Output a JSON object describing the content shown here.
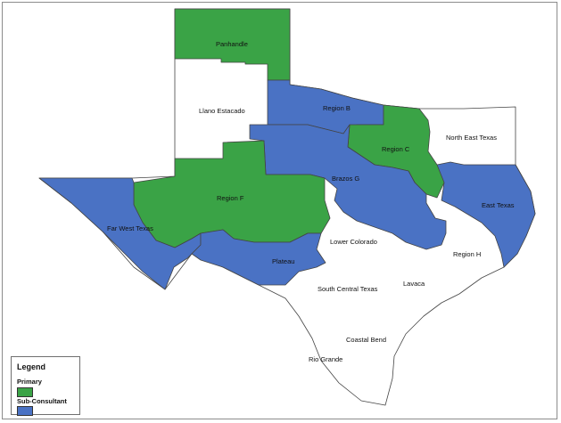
{
  "colors": {
    "primary": "#3aa346",
    "sub_consultant": "#4a72c4",
    "none": "#ffffff",
    "border": "#444444"
  },
  "regions": {
    "panhandle": "Panhandle",
    "llano": "Llano Estacado",
    "region_b": "Region B",
    "north_east": "North East Texas",
    "region_c": "Region C",
    "brazos": "Brazos G",
    "region_f": "Region F",
    "east_texas": "East Texas",
    "far_west": "Far West Texas",
    "lower_colorado": "Lower Colorado",
    "plateau": "Plateau",
    "region_h": "Region H",
    "south_central": "South Central Texas",
    "lavaca": "Lavaca",
    "coastal_bend": "Coastal Bend",
    "rio_grande": "Rio Grande"
  },
  "legend": {
    "title": "Legend",
    "primary": "Primary",
    "sub_consultant": "Sub-Consultant"
  }
}
